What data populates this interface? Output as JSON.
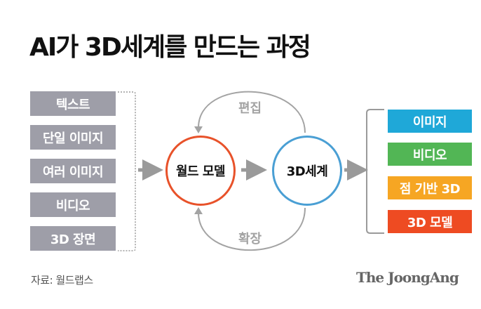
{
  "title": "AI가 3D세계를 만드는 과정",
  "inputs": [
    {
      "label": "텍스트"
    },
    {
      "label": "단일 이미지"
    },
    {
      "label": "여러 이미지"
    },
    {
      "label": "비디오"
    },
    {
      "label": "3D 장면"
    }
  ],
  "nodes": {
    "world_model": {
      "label": "월드 모델",
      "color": "#e8522a"
    },
    "world_3d": {
      "label": "3D세계",
      "color": "#4a9fd4"
    }
  },
  "loops": {
    "edit_label": "편집",
    "expand_label": "확장"
  },
  "outputs": [
    {
      "label": "이미지",
      "color": "#1fa8d8"
    },
    {
      "label": "비디오",
      "color": "#52b655"
    },
    {
      "label": "점 기반 3D",
      "color": "#f6a623"
    },
    {
      "label": "3D 모델",
      "color": "#ee4b22"
    }
  ],
  "colors": {
    "input_box": "#9e9ea8",
    "arrow": "#9a9a9a"
  },
  "footer": {
    "source": "자료: 월드랩스",
    "brand": "The JoongAng"
  }
}
